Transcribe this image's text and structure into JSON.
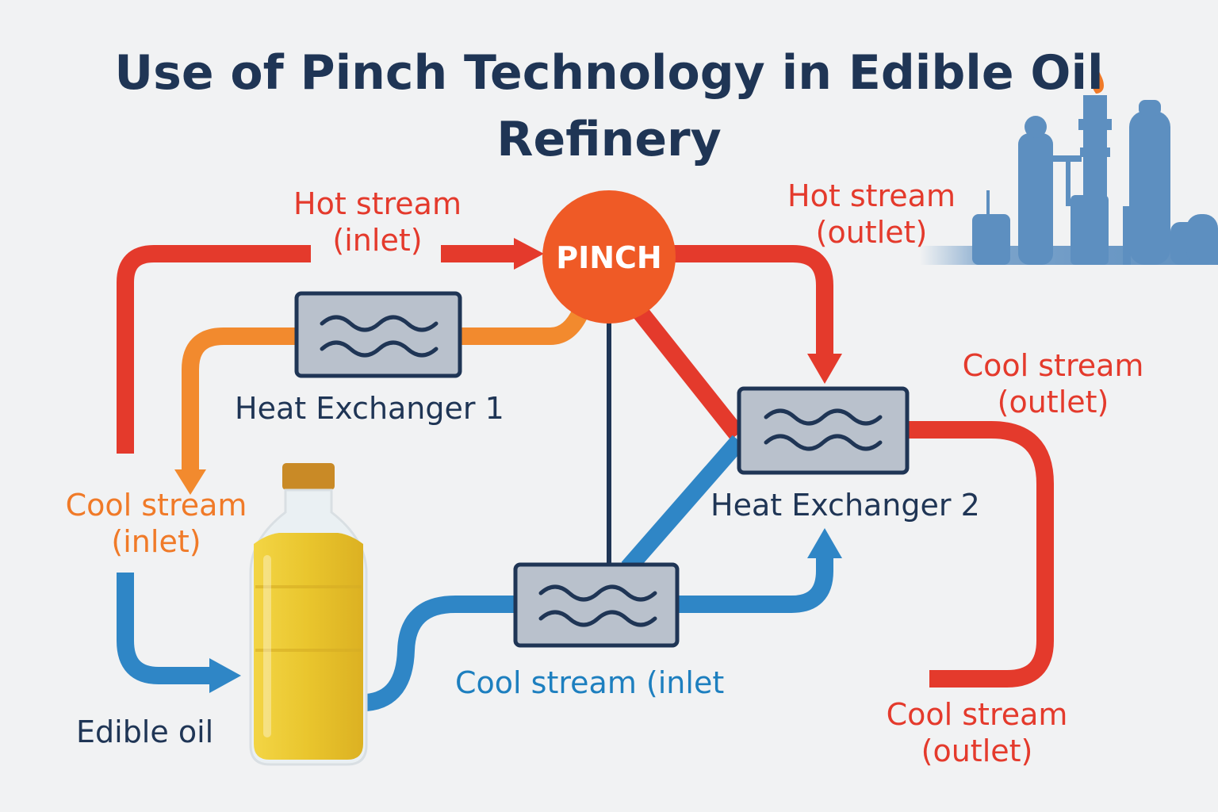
{
  "title": "Use of Pinch Technology in Edible Oil Refinery",
  "labels": {
    "hot_inlet": [
      "Hot stream",
      "(inlet)"
    ],
    "hot_outlet": [
      "Hot stream",
      "(outlet)"
    ],
    "pinch": "PINCH",
    "hx1": "Heat Exchanger 1",
    "hx2": "Heat Exchanger 2",
    "cool_inlet_left": [
      "Cool stream",
      "(inlet)"
    ],
    "cool_outlet_right_top": [
      "Cool stream",
      "(outlet)"
    ],
    "cool_outlet_right_bottom": [
      "Cool stream",
      "(outlet)"
    ],
    "cool_inlet_bottom": "Cool stream (inlet",
    "edible_oil": "Edible oil"
  },
  "colors": {
    "hot": "#e43a2c",
    "pinch": "#ef5a26",
    "warm_cool": "#f28a2e",
    "cool": "#2f86c6",
    "navy": "#1f3555",
    "exchanger_fill": "#b9c1cc",
    "oil": "#ecc62e",
    "cap": "#c98a26",
    "refinery": "#5d8fc0"
  },
  "icons": {
    "heat_exchanger": "wavy-lines-exchanger-icon",
    "oil_bottle": "bottle-icon",
    "refinery": "factory-silhouette-icon"
  }
}
